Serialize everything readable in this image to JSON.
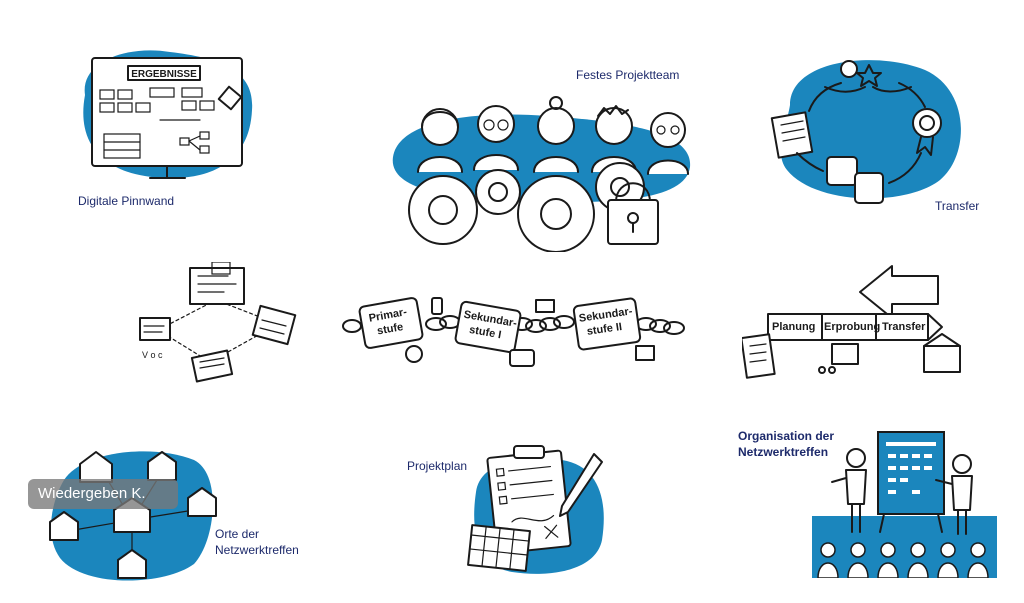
{
  "tiles": {
    "pinnwand": {
      "label": "Digitale Pinnwand",
      "board_title": "ERGEBNISSE"
    },
    "projektteam": {
      "label": "Festes Projektteam"
    },
    "transfer": {
      "label": "Transfer"
    },
    "chain": {
      "primar": "Primar-\nstufe",
      "sek1": "Sekundar-\nstufe I",
      "sek2": "Sekundar-\nstufe II"
    },
    "phases": {
      "planung": "Planung",
      "erprobung": "Erprobung",
      "transfer": "Transfer"
    },
    "orte": {
      "label_line1": "Orte der",
      "label_line2": "Netzwerktreffen"
    },
    "projektplan": {
      "label": "Projektplan"
    },
    "organisation": {
      "label_line1": "Organisation der",
      "label_line2": "Netzwerktreffen"
    }
  },
  "video_overlay": {
    "text": "Wiedergeben  K."
  },
  "colors": {
    "accent": "#1b86bd",
    "label_text": "#1d2a6b"
  }
}
